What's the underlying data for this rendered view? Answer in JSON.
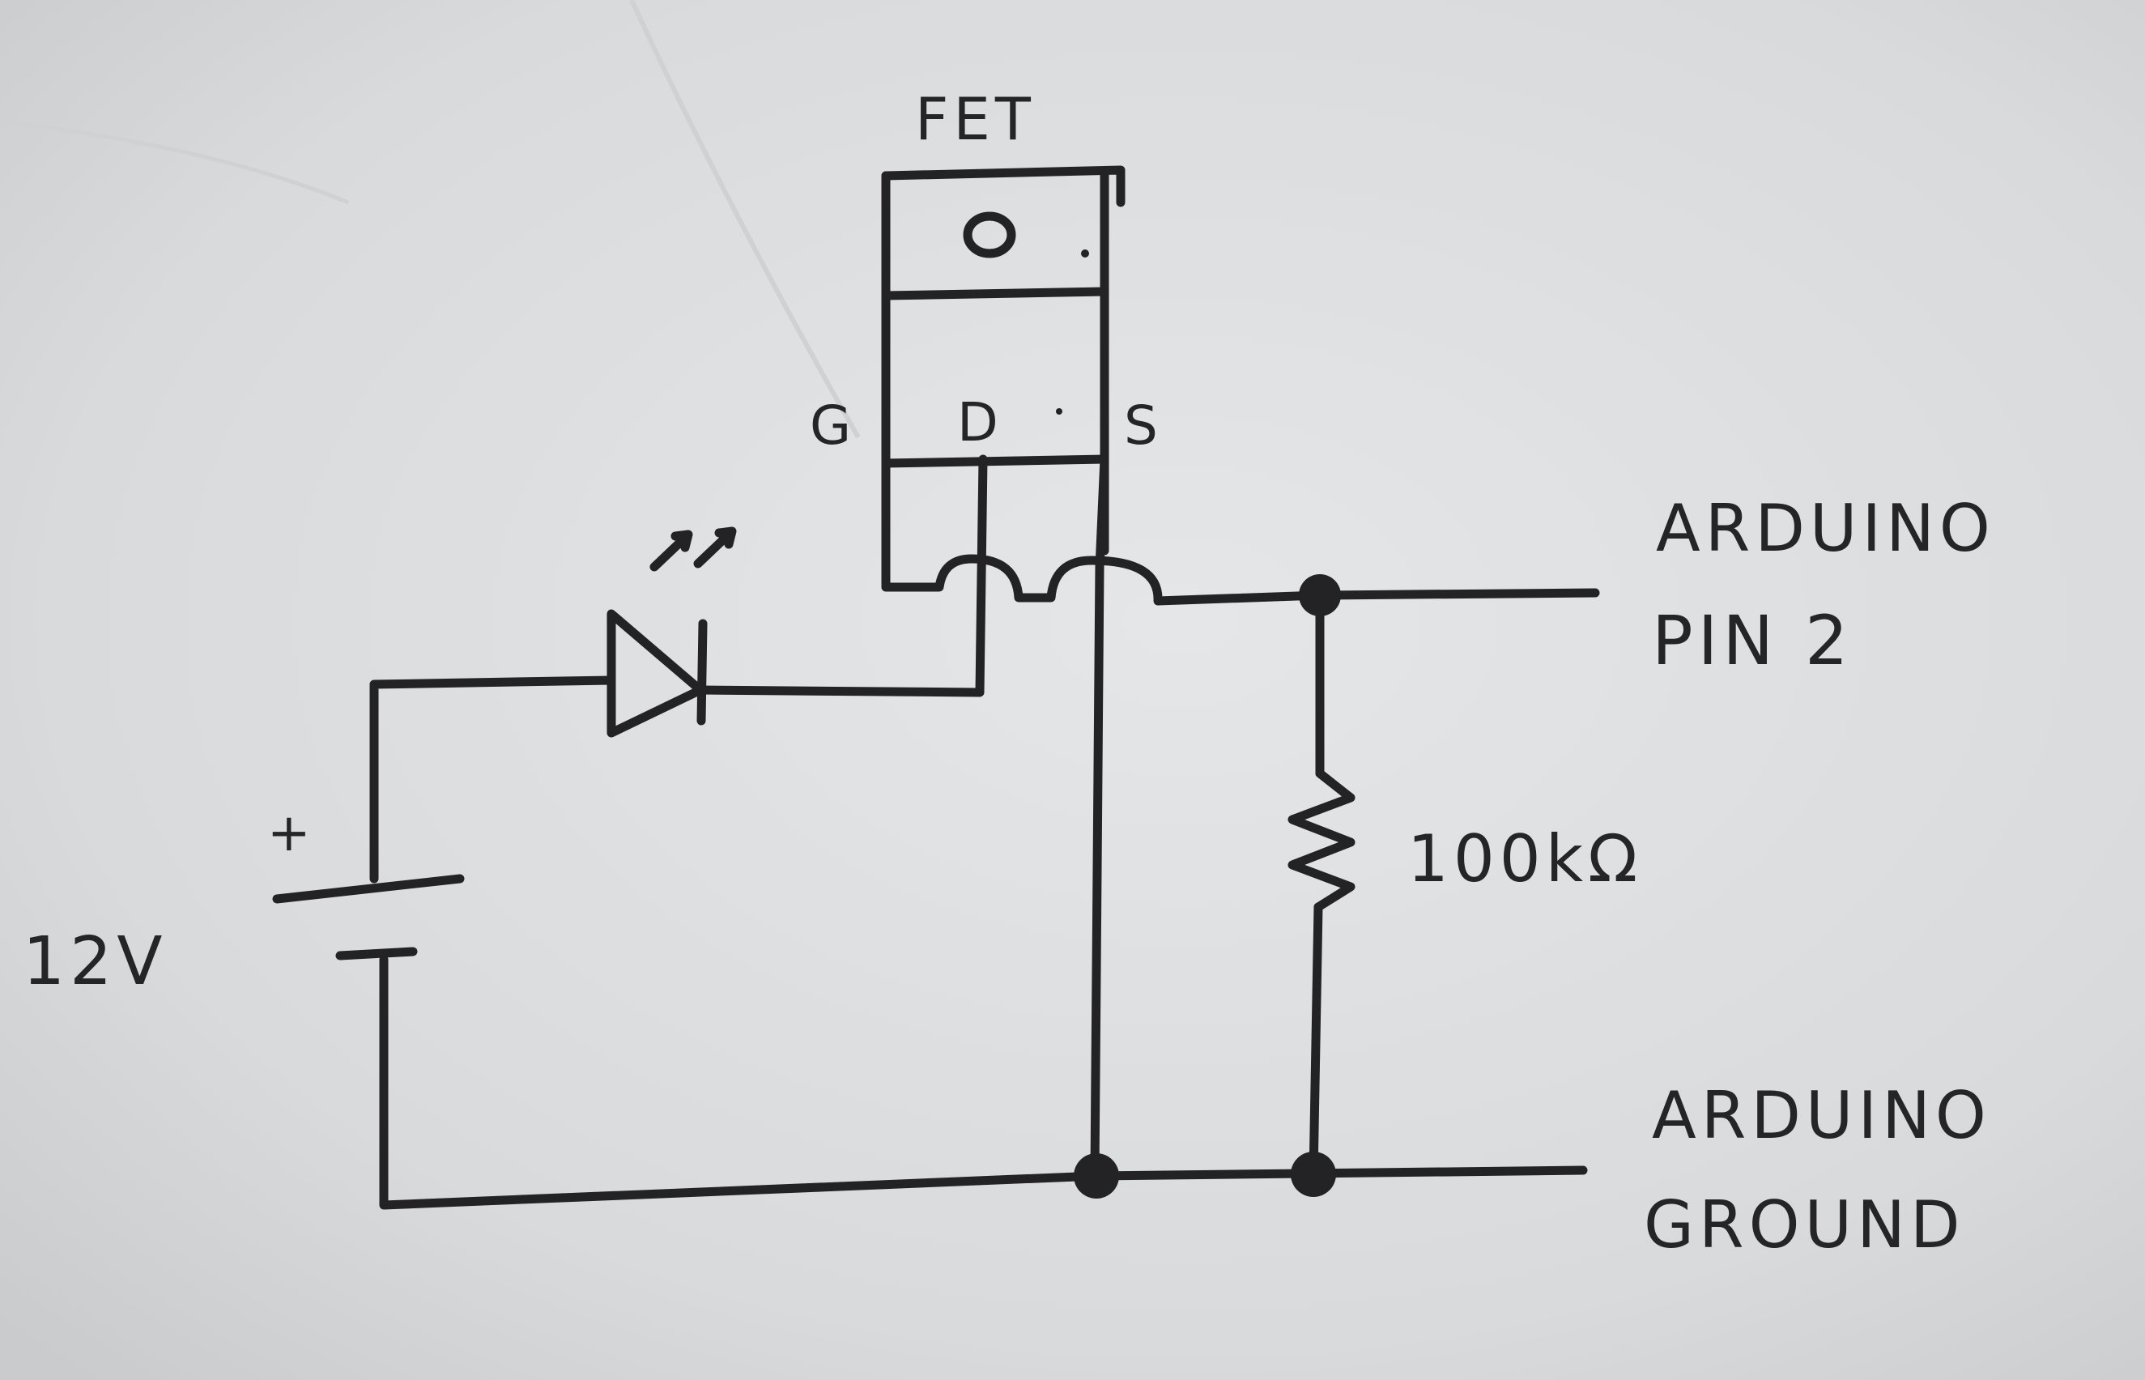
{
  "diagram": {
    "fet_title": "FET",
    "pins": {
      "gate": "G",
      "drain": "D",
      "source": "S"
    },
    "battery": {
      "plus": "+",
      "voltage": "12V"
    },
    "resistor": {
      "value": "100kΩ"
    },
    "arduino_pin": {
      "line1": "ARDUINO",
      "line2": "PIN 2"
    },
    "arduino_ground": {
      "line1": "ARDUINO",
      "line2": "GROUND"
    }
  },
  "colors": {
    "paper": "#dcdee0",
    "ink": "#232326"
  }
}
